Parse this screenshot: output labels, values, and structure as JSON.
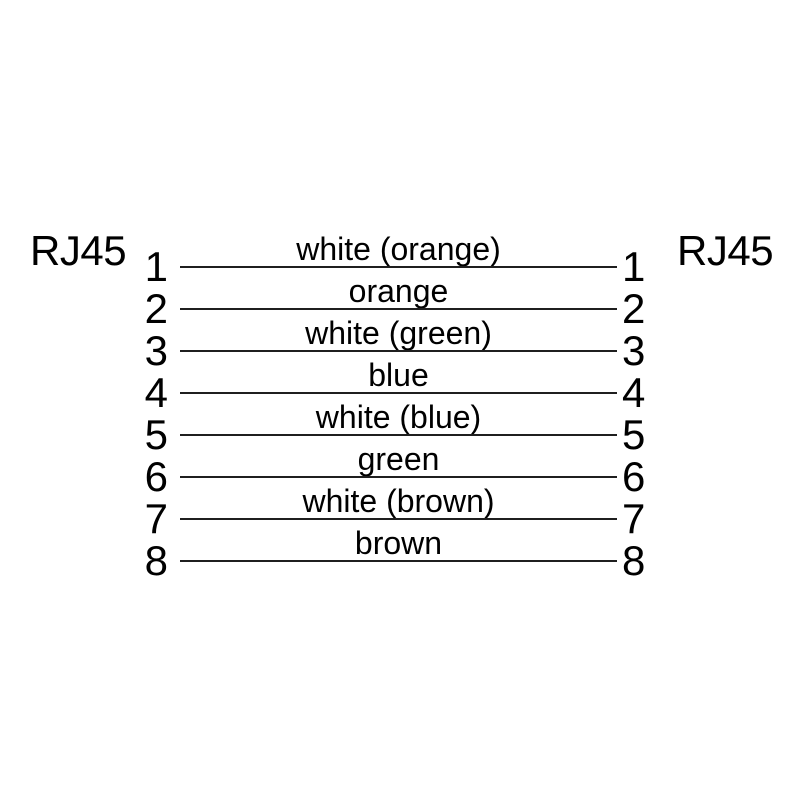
{
  "diagram": {
    "connector_left": "RJ45",
    "connector_right": "RJ45",
    "wires": [
      {
        "left_pin": "1",
        "right_pin": "1",
        "label": "white (orange)"
      },
      {
        "left_pin": "2",
        "right_pin": "2",
        "label": "orange"
      },
      {
        "left_pin": "3",
        "right_pin": "3",
        "label": "white (green)"
      },
      {
        "left_pin": "4",
        "right_pin": "4",
        "label": "blue"
      },
      {
        "left_pin": "5",
        "right_pin": "5",
        "label": "white (blue)"
      },
      {
        "left_pin": "6",
        "right_pin": "6",
        "label": "green"
      },
      {
        "left_pin": "7",
        "right_pin": "7",
        "label": "white (brown)"
      },
      {
        "left_pin": "8",
        "right_pin": "8",
        "label": "brown"
      }
    ],
    "colors": {
      "text": "#000000",
      "line": "#1f1f1f",
      "background": "#ffffff"
    }
  }
}
